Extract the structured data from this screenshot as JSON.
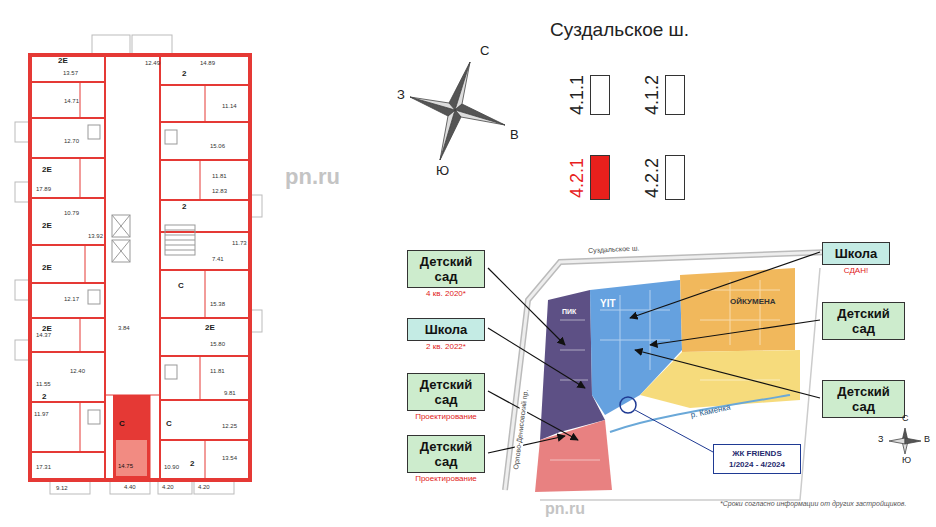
{
  "diagram": {
    "nodes": [
      {
        "text": [
          "4.1.1"
        ]
      },
      {
        "text": [
          "4.1.2"
        ]
      },
      {
        "text": [
          "4.2.1"
        ]
      },
      {
        "text": [
          "4.2.2"
        ]
      },
      {
        "text": [
          "Детский сад",
          "4 кв. 2020*"
        ]
      },
      {
        "text": [
          "Школа",
          "2 кв. 2022*"
        ]
      },
      {
        "text": [
          "Детский сад",
          "Проектирование"
        ]
      },
      {
        "text": [
          "Детский сад",
          "Проектирование"
        ]
      },
      {
        "text": [
          "Школа",
          "СДАН!"
        ]
      },
      {
        "text": [
          "Детский сад"
        ]
      },
      {
        "text": [
          "Детский сад"
        ]
      },
      {
        "text": [
          "ЖК FRIENDS",
          "1/2024 - 4/2024"
        ]
      }
    ],
    "labels": [
      "14.89",
      "12.49",
      "13.57",
      "14.71",
      "11.14",
      "12.70",
      "15.06",
      "17.89",
      "11.81",
      "12.83",
      "10.79",
      "13.92",
      "11.73",
      "7.41",
      "12.17",
      "15.38",
      "14.37",
      "3.84",
      "15.80",
      "12.40",
      "11.81",
      "11.55",
      "9.81",
      "11.97",
      "12.25",
      "17.31",
      "14.75",
      "10.90",
      "13.54",
      "9.12",
      "4.40",
      "4.20",
      "4.20",
      "2Е",
      "2Е",
      "2Е",
      "2Е",
      "2Е",
      "2Е",
      "2",
      "2",
      "С",
      "2",
      "С",
      "С",
      "2",
      "pn.ru",
      "pn.ru",
      "Суздальское ш.",
      "С",
      "З",
      "В",
      "Ю",
      "Суздальское ш.",
      "Орлово-Денисовский пр.",
      "р. Каменка",
      "ПИК",
      "YIT",
      "ОЙКУМЕНА",
      "*Сроки согласно информации от других застройщиков.",
      "С",
      "З",
      "В",
      "Ю"
    ]
  }
}
